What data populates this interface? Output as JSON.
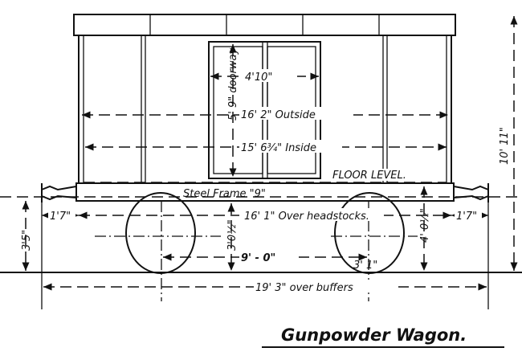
{
  "title": "Gunpowder Wagon.",
  "dimensions": {
    "door_width": "4'10\"",
    "doorway_height": "5' 9\" doorway",
    "outside_length": "16' 2\" Outside",
    "inside_length": "15' 6¾\" Inside",
    "floor_level": "FLOOR LEVEL.",
    "steel_frame": "Steel Frame \"9\"",
    "over_headstocks": "16' 1\" Over headstocks.",
    "buffer_left": "1'7\"",
    "buffer_right": "1'7\"",
    "buffer_height": "3'5\"",
    "frame_height": "3'0½\"",
    "wheelbase": "9' - 0\"",
    "wheel_diameter": "3' 1\"",
    "body_height_floor": "4' 0½\"",
    "total_height": "10' 11\"",
    "over_buffers": "19' 3\" over buffers"
  }
}
